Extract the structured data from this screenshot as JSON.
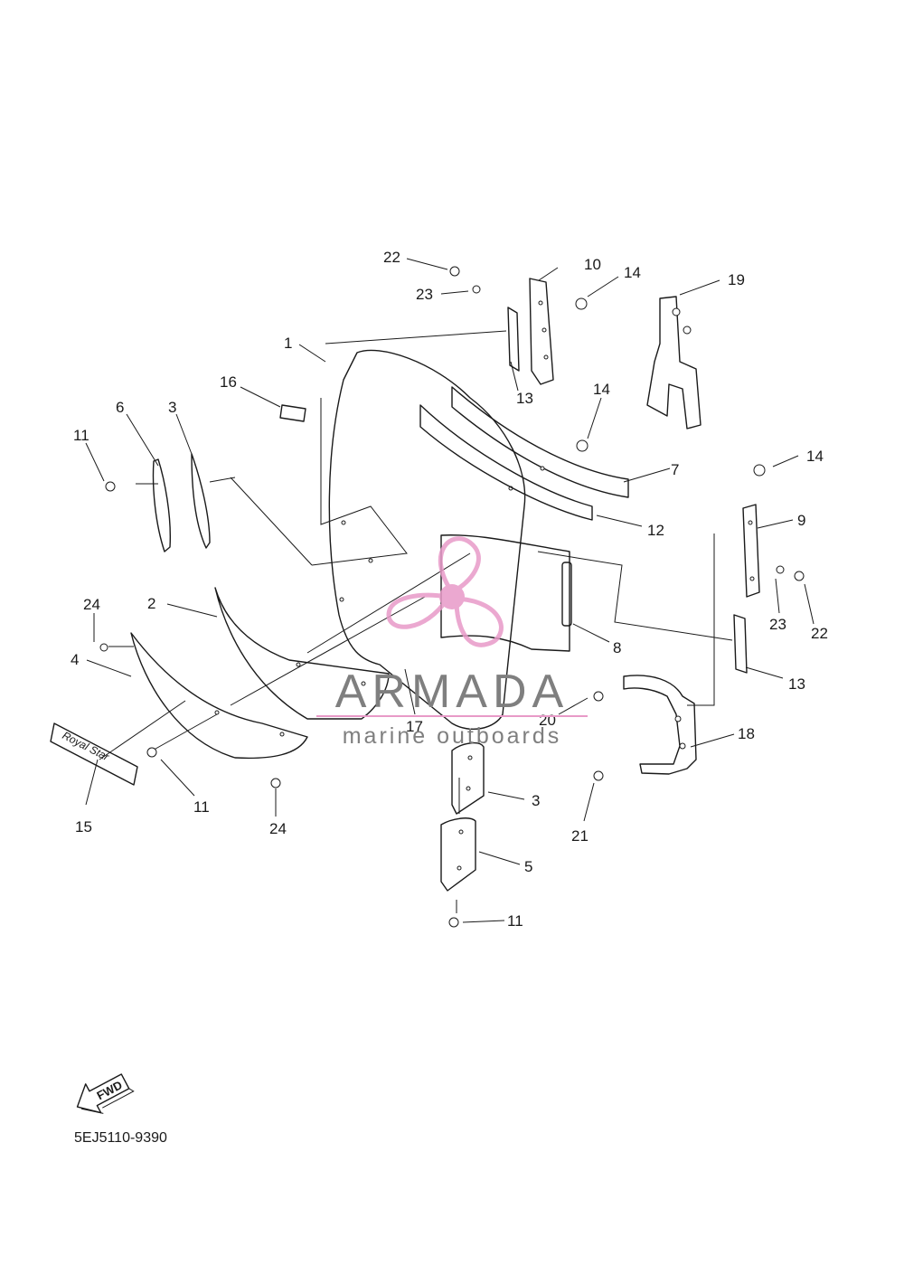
{
  "diagram_code": "5EJ5110-9390",
  "fwd_label": "FWD",
  "decal_text": "Royal Star",
  "watermark": {
    "brand": "ARMADA",
    "tagline": "marine outboards",
    "brand_color": "#7f7f7f",
    "logo_color": "#e89ac8"
  },
  "callouts": [
    "1",
    "2",
    "3",
    "3",
    "4",
    "5",
    "6",
    "7",
    "8",
    "9",
    "10",
    "11",
    "11",
    "11",
    "12",
    "13",
    "13",
    "14",
    "14",
    "14",
    "15",
    "16",
    "17",
    "18",
    "19",
    "20",
    "21",
    "22",
    "22",
    "23",
    "23",
    "24",
    "24"
  ]
}
